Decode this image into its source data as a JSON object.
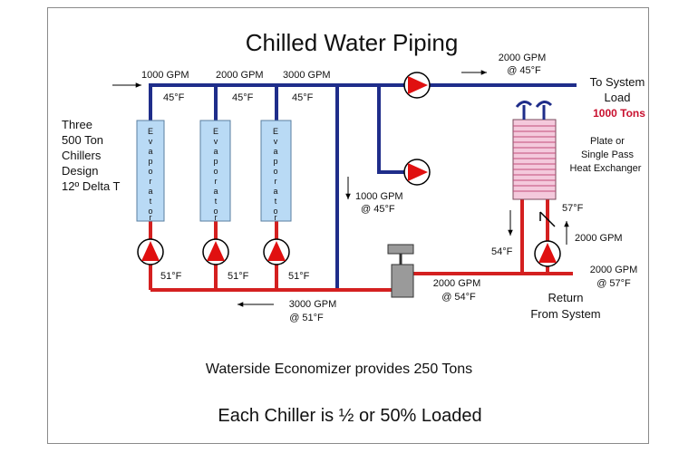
{
  "title": "Chilled Water Piping",
  "chillers_label": [
    "Three",
    "500 Ton",
    "Chillers",
    "Design",
    "12º Delta T"
  ],
  "evaporator_label": [
    "E",
    "v",
    "a",
    "p",
    "o",
    "r",
    "a",
    "t",
    "o",
    "r"
  ],
  "supply_flows": [
    "1000 GPM",
    "2000 GPM",
    "3000 GPM"
  ],
  "supply_temps": [
    "45°F",
    "45°F",
    "45°F"
  ],
  "return_temps": [
    "51°F",
    "51°F",
    "51°F"
  ],
  "top_flow": [
    "2000 GPM",
    "@ 45°F"
  ],
  "system_load": [
    "To System",
    "Load"
  ],
  "load_tons": "1000 Tons",
  "hx_label": [
    "Plate or",
    "Single Pass",
    "Heat Exchanger"
  ],
  "bypass_flow": [
    "1000 GPM",
    "@ 45°F"
  ],
  "hx_out_temp": "57°F",
  "hx_pump_flow": "2000 GPM",
  "hx_in_temp": "54°F",
  "economizer_flow": [
    "2000 GPM",
    "@ 54°F"
  ],
  "system_return_flow": [
    "2000 GPM",
    "@ 57°F"
  ],
  "return_label": [
    "Return",
    "From System"
  ],
  "bottom_flow": [
    "3000 GPM",
    "@ 51°F"
  ],
  "caption1": "Waterside Economizer provides 250 Tons",
  "caption2": "Each Chiller is ½ or 50% Loaded",
  "colors": {
    "supply": "#1f2d8a",
    "return": "#d42020",
    "evaporator": "#b9daf5",
    "hx": "#f4c9dc",
    "pump": "#e01010",
    "tons": "#c8102e"
  }
}
